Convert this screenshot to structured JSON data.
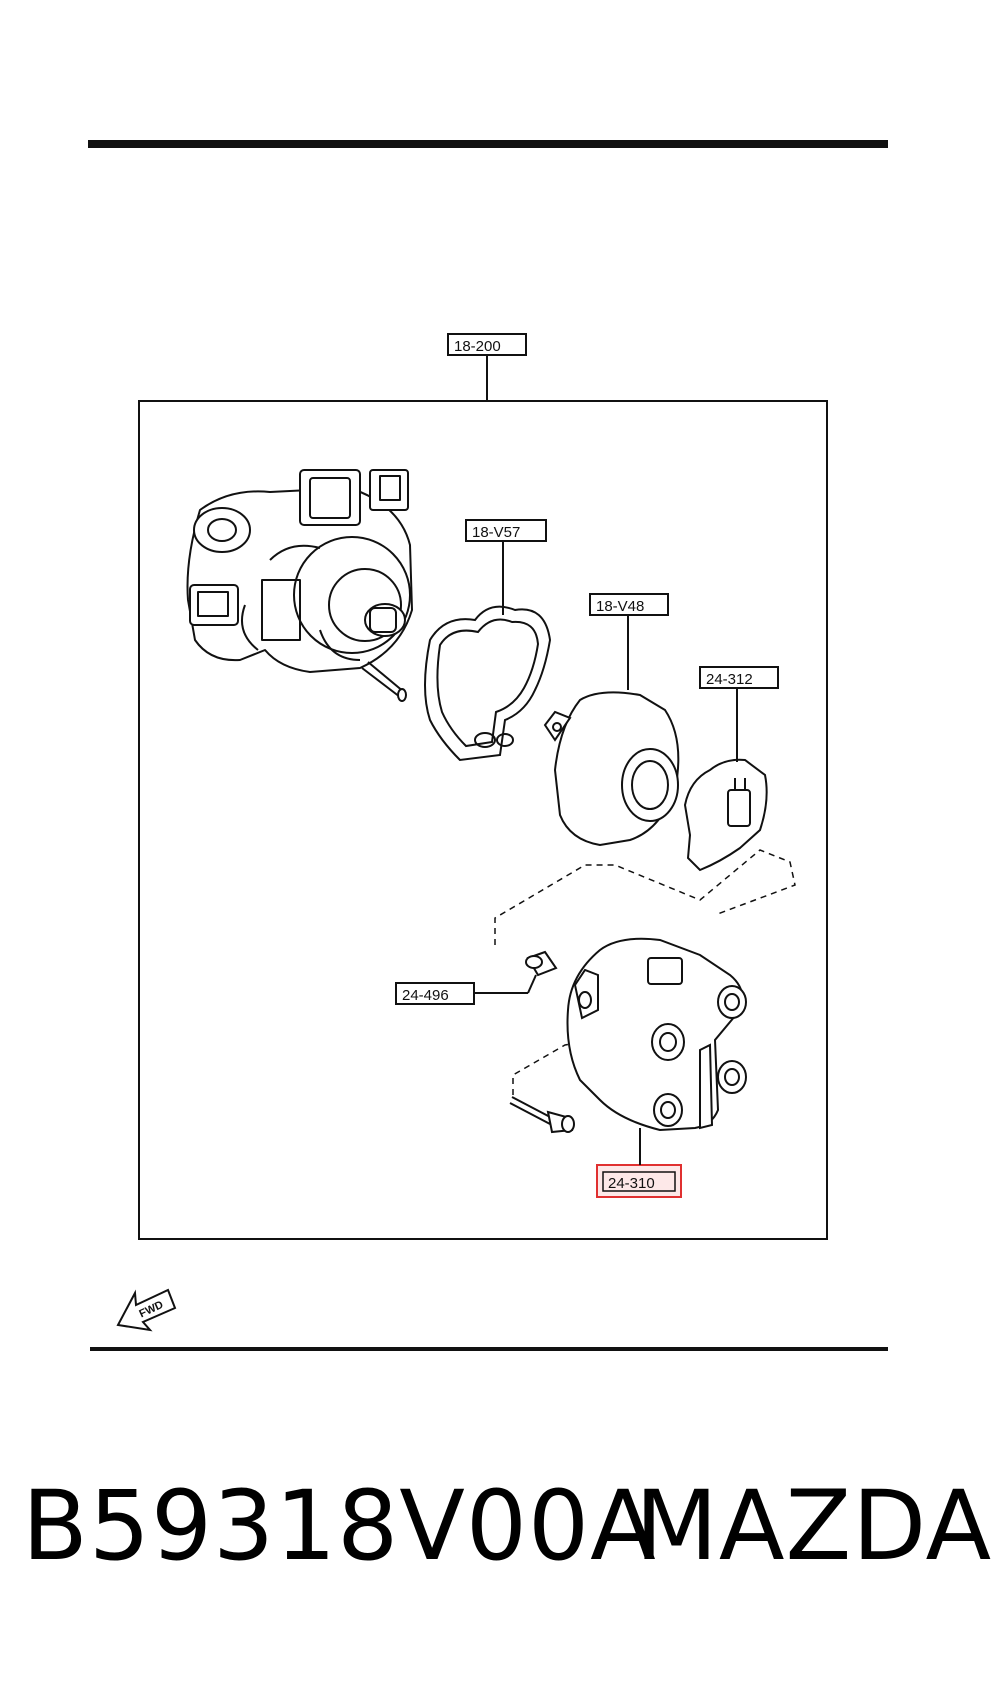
{
  "diagram": {
    "callouts": {
      "assembly": "18-200",
      "gasket": "18-V57",
      "cap": "18-V48",
      "rotor": "24-312",
      "screw_pin": "24-496",
      "housing": "24-310"
    },
    "fwd_label": "FWD",
    "highlight_color": "#e03030"
  },
  "footer": {
    "part_number": "B59318V00A",
    "brand": "MAZDA"
  }
}
